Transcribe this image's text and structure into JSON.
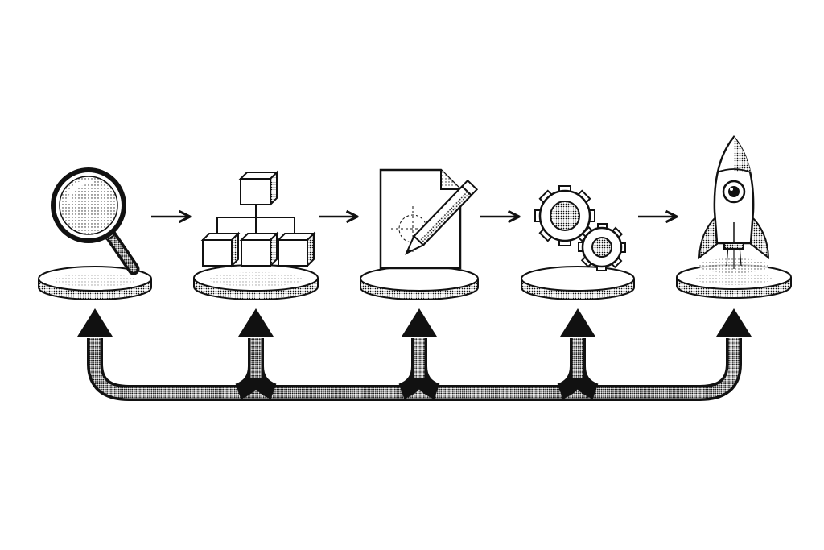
{
  "diagram": {
    "stages": [
      {
        "id": "research",
        "icon": "magnifying-glass-icon"
      },
      {
        "id": "structure",
        "icon": "hierarchy-blocks-icon"
      },
      {
        "id": "design",
        "icon": "document-pencil-icon"
      },
      {
        "id": "build",
        "icon": "gears-icon"
      },
      {
        "id": "launch",
        "icon": "rocket-icon"
      }
    ],
    "connections": [
      {
        "from": "research",
        "to": "structure"
      },
      {
        "from": "structure",
        "to": "design"
      },
      {
        "from": "design",
        "to": "build"
      },
      {
        "from": "build",
        "to": "launch"
      }
    ],
    "feedback_loop": {
      "targets": [
        "research",
        "structure",
        "design",
        "build",
        "launch"
      ]
    },
    "colors": {
      "ink": "#111111",
      "paper": "#ffffff",
      "shade": "#9a9a9a"
    }
  }
}
